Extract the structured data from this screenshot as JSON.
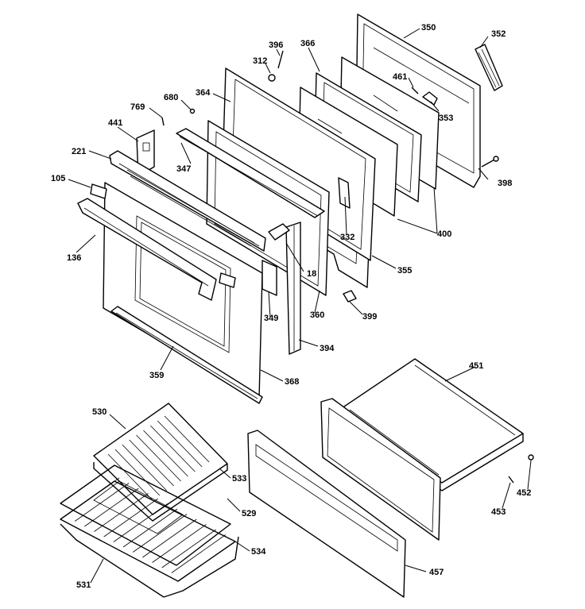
{
  "labels": {
    "p350": "350",
    "p352": "352",
    "p366": "366",
    "p396": "396",
    "p312": "312",
    "p461": "461",
    "p353": "353",
    "p364": "364",
    "p680": "680",
    "p769": "769",
    "p441": "441",
    "p221": "221",
    "p105": "105",
    "p347": "347",
    "p398": "398",
    "p400": "400",
    "p332": "332",
    "p136": "136",
    "p18": "18",
    "p355": "355",
    "p349": "349",
    "p360": "360",
    "p399": "399",
    "p394": "394",
    "p359": "359",
    "p368": "368",
    "p451": "451",
    "p530": "530",
    "p533": "533",
    "p452": "452",
    "p453": "453",
    "p529": "529",
    "p534": "534",
    "p457": "457",
    "p531": "531"
  }
}
